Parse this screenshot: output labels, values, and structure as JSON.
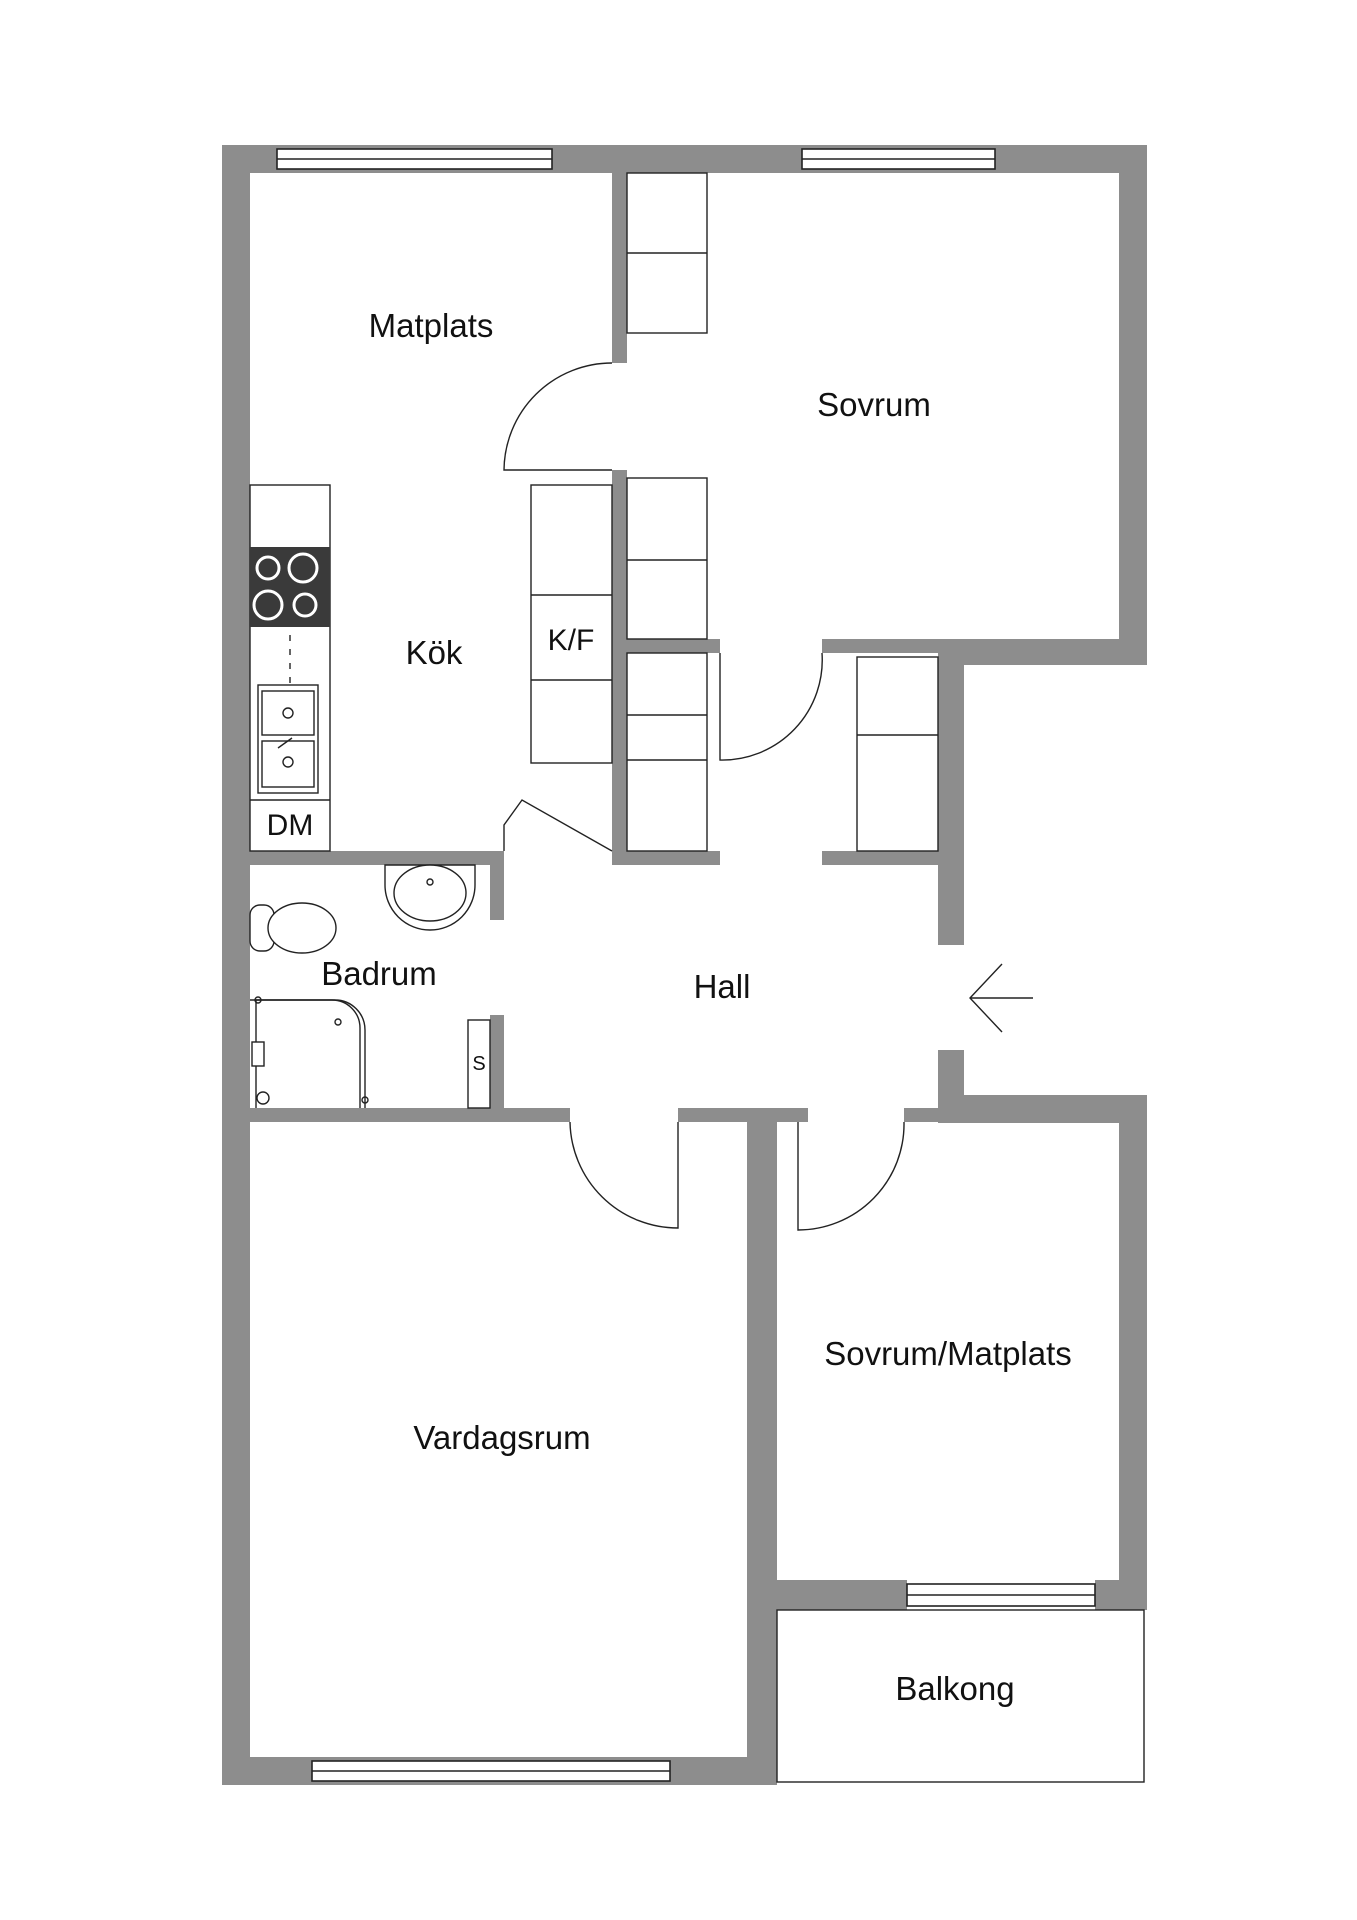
{
  "rooms": {
    "matplats": "Matplats",
    "sovrum": "Sovrum",
    "kok": "Kök",
    "kf": "K/F",
    "dm": "DM",
    "badrum": "Badrum",
    "hall": "Hall",
    "s": "S",
    "sovrum_matplats": "Sovrum/Matplats",
    "vardagsrum": "Vardagsrum",
    "balkong": "Balkong"
  },
  "icons": {
    "entrance": "entrance-arrow-icon",
    "stove": "stove-icon",
    "sink": "kitchen-sink-icon",
    "toilet": "toilet-icon",
    "washbasin": "washbasin-icon",
    "shower": "shower-icon"
  },
  "colors": {
    "wall": "#8d8d8d",
    "stove": "#3a3a3a",
    "line": "#222222",
    "background": "#ffffff"
  }
}
